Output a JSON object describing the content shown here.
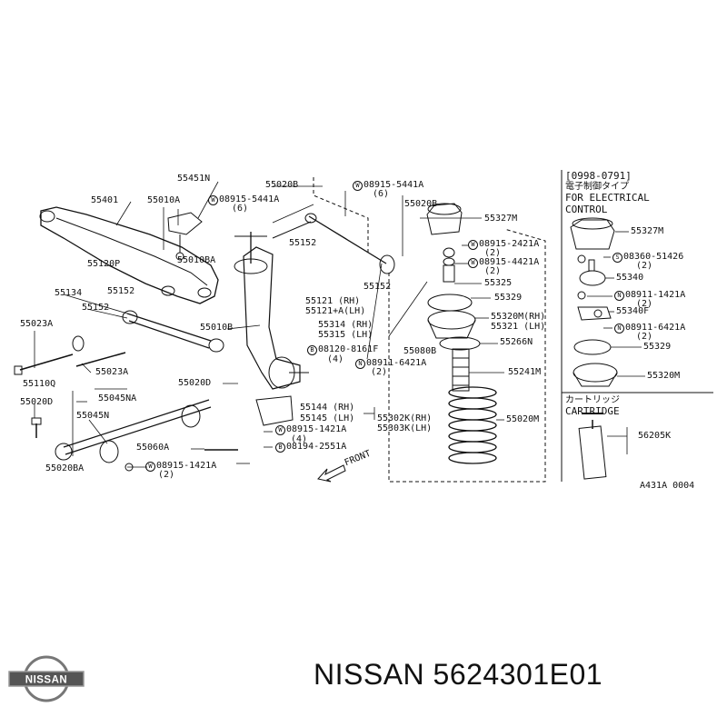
{
  "labels": {
    "l_55451N": "55451N",
    "l_55020B_top": "55020B",
    "l_08915_5441A_a": "08915-5441A",
    "l_08915_5441A_a_qty": "(6)",
    "l_55401": "55401",
    "l_55010A": "55010A",
    "l_08915_5441A_b": "08915-5441A",
    "l_08915_5441A_b_qty": "(6)",
    "l_55020B_mid": "55020B",
    "l_55327M": "55327M",
    "l_55152_a": "55152",
    "l_08915_2421A": "08915-2421A",
    "l_08915_2421A_qty": "(2)",
    "l_55010BA": "55010BA",
    "l_08915_4421A": "08915-4421A",
    "l_08915_4421A_qty": "(2)",
    "l_55120P": "55120P",
    "l_55325": "55325",
    "l_55134": "55134",
    "l_55152_b": "55152",
    "l_55152_c": "55152",
    "l_55329": "55329",
    "l_55121": "55121 (RH)",
    "l_55121A": "55121+A(LH)",
    "l_55320M": "55320M(RH)",
    "l_55321": "55321 (LH)",
    "l_55152_d": "55152",
    "l_55023A_a": "55023A",
    "l_55010B": "55010B",
    "l_55314": "55314 (RH)",
    "l_55315": "55315 (LH)",
    "l_55266N": "55266N",
    "l_08120_8161F": "08120-8161F",
    "l_08120_8161F_qty": "(4)",
    "l_55080B": "55080B",
    "l_08911_6421A_a": "08911-6421A",
    "l_08911_6421A_a_qty": "(2)",
    "l_55023A_b": "55023A",
    "l_55241M": "55241M",
    "l_55110Q": "55110Q",
    "l_55020D_a": "55020D",
    "l_55045NA": "55045NA",
    "l_55020D_b": "55020D",
    "l_55144": "55144 (RH)",
    "l_55145": "55145 (LH)",
    "l_55302K": "55302K(RH)",
    "l_55303K": "55303K(LH)",
    "l_55020M": "55020M",
    "l_55045N": "55045N",
    "l_08915_1421A_a": "08915-1421A",
    "l_08915_1421A_a_qty": "(4)",
    "l_08194_2551A": "08194-2551A",
    "l_55060A": "55060A",
    "l_55020BA": "55020BA",
    "l_08915_1421A_b": "08915-1421A",
    "l_08915_1421A_b_qty": "(2)",
    "l_front": "FRONT"
  },
  "right_panel": {
    "date_range": "[0998-0791]",
    "jp_type": "電子制御タイプ",
    "for_electrical": "FOR ELECTRICAL",
    "control": "CONTROL",
    "p_55327M": "55327M",
    "p_08360_51426": "08360-51426",
    "p_08360_51426_qty": "(2)",
    "p_55340": "55340",
    "p_08911_1421A": "08911-1421A",
    "p_08911_1421A_qty": "(2)",
    "p_55340F": "55340F",
    "p_08911_6421A": "08911-6421A",
    "p_08911_6421A_qty": "(2)",
    "p_55329": "55329",
    "p_55320M": "55320M",
    "cartridge_jp": "カートリッジ",
    "cartridge": "CARTRIDGE",
    "p_56205K": "56205K"
  },
  "prefix_symbols": {
    "washer": "W",
    "nut": "N",
    "bolt": "B",
    "screw": "S"
  },
  "reference_code": "A431A 0004",
  "brand": {
    "logo_text": "NISSAN",
    "caption": "NISSAN 5624301E01"
  }
}
